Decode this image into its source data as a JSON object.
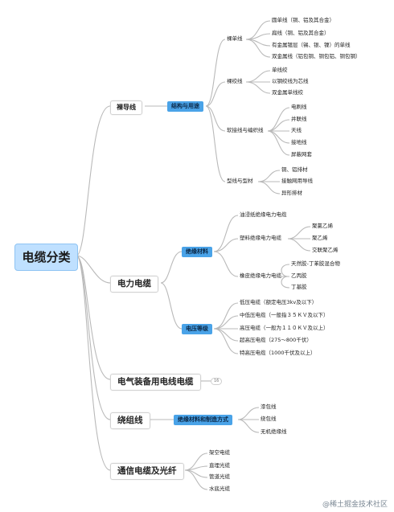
{
  "root": "电缆分类",
  "main": {
    "bare": "裸导线",
    "power": "电力电缆",
    "equip": "电气装备用电线电缆",
    "winding": "绕组线",
    "comm": "通信电缆及光纤"
  },
  "bare_cat": "结构与用途",
  "bare_groups": {
    "single": "裸单线",
    "stranded": "裸绞线",
    "soft": "软接线与编织线",
    "profile": "型线与型材"
  },
  "bare_single_items": [
    "圆单线（铜、铝及其合金）",
    "扁线（铜、铝及其合金）",
    "有金属镀层（锡、银、镍）的单线",
    "双金属线（铝包铜、铜包铝、铜包钢）"
  ],
  "bare_stranded_items": [
    "单线绞",
    "以钢绞线为芯线",
    "双金属单线绞"
  ],
  "bare_soft_items": [
    "电刷线",
    "并联线",
    "天线",
    "接地线",
    "屏蔽网套"
  ],
  "bare_profile_items": [
    "铜、铝排材",
    "接触网用导线",
    "异形排材"
  ],
  "power_cats": {
    "insulation": "绝缘材料",
    "voltage": "电压等级"
  },
  "power_ins_groups": {
    "oil": "油浸纸绝缘电力电缆",
    "plastic": "塑料绝缘电力电缆",
    "rubber": "橡皮绝缘电力电缆"
  },
  "power_plastic_items": [
    "聚氯乙烯",
    "聚乙烯",
    "交联聚乙烯"
  ],
  "power_rubber_items": [
    "天然胶-丁苯胶混合物",
    "乙丙胶",
    "丁基胶"
  ],
  "power_voltage_items": [
    "低压电缆（额定电压3kv及以下）",
    "中低压电缆（一般指３５ＫＶ及以下）",
    "高压电缆（一般为１１０ＫＶ及以上）",
    "超高压电缆（275～800千伏）",
    "特高压电缆（1000千伏及以上）"
  ],
  "equip_badge": "16",
  "winding_cat": "绝缘材料和制造方式",
  "winding_items": [
    "漆包线",
    "绕包线",
    "无机绝缘线"
  ],
  "comm_items": [
    "架空电缆",
    "直埋光缆",
    "管道光缆",
    "水底光缆"
  ],
  "watermark": "@稀土掘金技术社区"
}
